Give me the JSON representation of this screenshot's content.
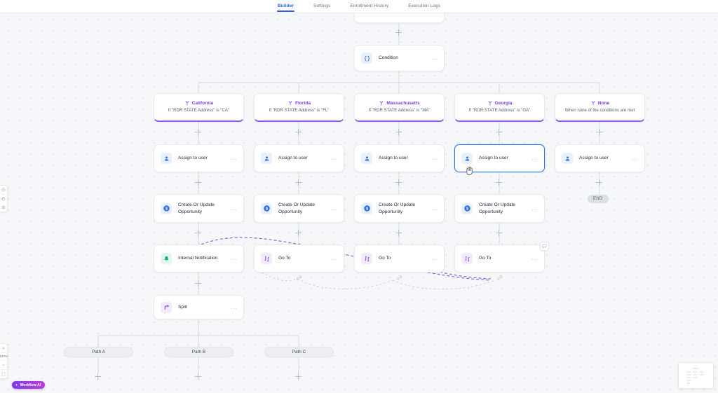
{
  "app": {
    "canvas_bg": "#f6f7f9",
    "accent_blue": "#2563eb",
    "accent_purple": "#7c3aed",
    "accent_green": "#10b981"
  },
  "tabs": [
    {
      "label": "Builder",
      "active": true
    },
    {
      "label": "Settings",
      "active": false
    },
    {
      "label": "Enrollment History",
      "active": false
    },
    {
      "label": "Execution Logs",
      "active": false
    }
  ],
  "nodes": {
    "top_partial": {
      "label": ""
    },
    "condition": {
      "label": "Condition",
      "icon": "braces-icon",
      "menu": "..."
    }
  },
  "branches": [
    {
      "title": "California",
      "icon": "branch-icon",
      "subtitle": "If \"RDR STATE Address\" is \"CA\""
    },
    {
      "title": "Florida",
      "icon": "branch-icon",
      "subtitle": "If \"RDR STATE Address\" is \"FL\""
    },
    {
      "title": "Massachusetts",
      "icon": "branch-icon",
      "subtitle": "If \"RDR STATE Address\" is \"MA\""
    },
    {
      "title": "Georgia",
      "icon": "branch-icon",
      "subtitle": "If \"RDR STATE Address\" is \"GA\""
    },
    {
      "title": "None",
      "icon": "branch-icon",
      "subtitle": "When none of the conditions are met"
    }
  ],
  "assign_row": [
    {
      "label": "Assign to user",
      "icon": "user-assign-icon",
      "menu": "...",
      "selected": false
    },
    {
      "label": "Assign to user",
      "icon": "user-assign-icon",
      "menu": "...",
      "selected": false
    },
    {
      "label": "Assign to user",
      "icon": "user-assign-icon",
      "menu": "...",
      "selected": false
    },
    {
      "label": "Assign to user",
      "icon": "user-assign-icon",
      "menu": "...",
      "selected": true
    },
    {
      "label": "Assign to user",
      "icon": "user-assign-icon",
      "menu": "...",
      "selected": false
    }
  ],
  "opportunity_row": [
    {
      "label": "Create Or Update Opportunity",
      "icon": "opportunity-dollar-icon",
      "menu": "..."
    },
    {
      "label": "Create Or Update Opportunity",
      "icon": "opportunity-dollar-icon",
      "menu": "..."
    },
    {
      "label": "Create Or Update Opportunity",
      "icon": "opportunity-dollar-icon",
      "menu": "..."
    },
    {
      "label": "Create Or Update Opportunity",
      "icon": "opportunity-dollar-icon",
      "menu": "..."
    }
  ],
  "action_row": [
    {
      "label": "Internal Notification",
      "icon": "bell-icon",
      "menu": "..."
    },
    {
      "label": "Go To",
      "icon": "goto-icon",
      "menu": "..."
    },
    {
      "label": "Go To",
      "icon": "goto-icon",
      "menu": "..."
    },
    {
      "label": "Go To",
      "icon": "goto-icon",
      "menu": "..."
    }
  ],
  "split": {
    "label": "Split",
    "icon": "split-icon",
    "menu": "..."
  },
  "paths": [
    {
      "label": "Path A"
    },
    {
      "label": "Path B"
    },
    {
      "label": "Path C"
    }
  ],
  "end_badge": {
    "label": "END"
  },
  "left_toolbar": [
    {
      "name": "history-icon"
    },
    {
      "name": "copy-icon"
    },
    {
      "name": "layers-icon"
    }
  ],
  "zoom_controls": {
    "zoom_in": "+",
    "zoom_level": "100%",
    "zoom_out": "−",
    "fit_view": "fit-icon"
  },
  "ai_button": {
    "label": "Workflow AI",
    "icon": "sparkle-icon"
  },
  "comment_button": {
    "icon": "comment-icon"
  }
}
